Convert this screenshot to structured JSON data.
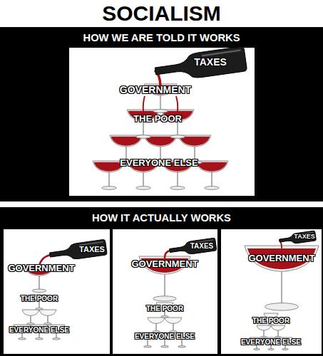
{
  "diagram": {
    "title": "SOCIALISM",
    "nodes": [
      {
        "text": [
          "HOW WE ARE TOLD IT WORKS"
        ]
      },
      {
        "text": [
          "HOW IT ACTUALLY WORKS"
        ]
      }
    ],
    "labels": [
      "TAXES",
      "GOVERNMENT",
      "THE POOR",
      "EVERYONE ELSE",
      "TAXES",
      "GOVERNMENT",
      "THE POOR",
      "EVERYONE ELSE",
      "TAXES",
      "GOVERNMENT",
      "THE POOR",
      "EVERYONE ELSE",
      "TAXES",
      "GOVERNMENT",
      "THE POOR",
      "EVERYONE ELSE"
    ]
  }
}
